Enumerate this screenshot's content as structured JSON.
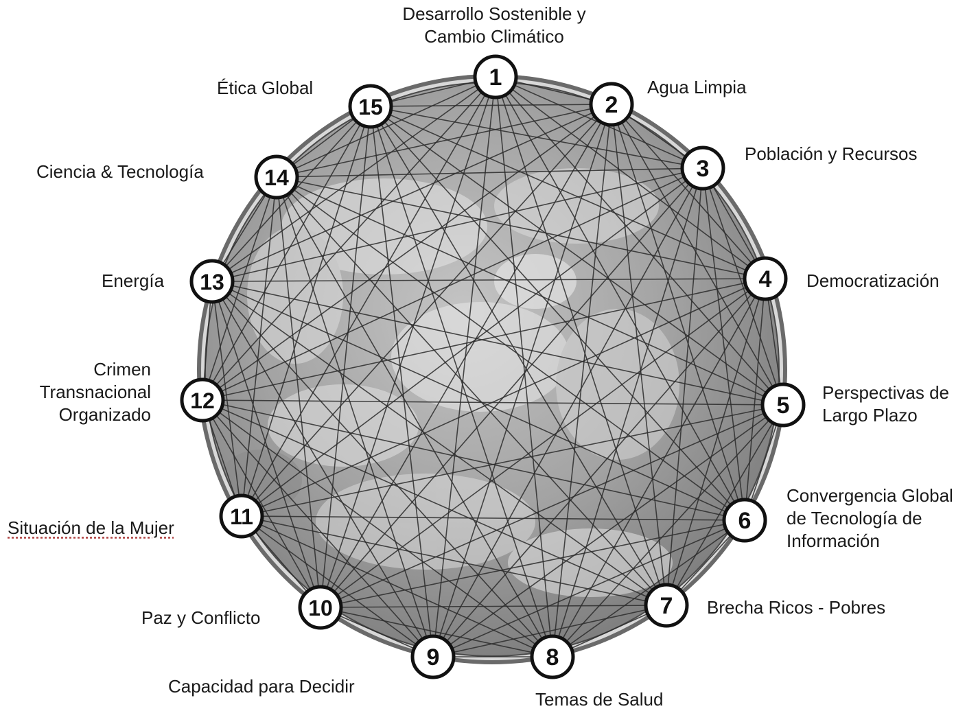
{
  "colors": {
    "globe_fill": "#9a9a9a",
    "globe_rim": "#555555",
    "link_line": "#2b2b2b",
    "node_fill": "#ffffff",
    "node_stroke": "#111111",
    "text": "#1a1a1a"
  },
  "nodes": [
    {
      "id": 1,
      "number": "1",
      "label_lines": [
        "Desarrollo Sostenible y",
        "Cambio Climático"
      ]
    },
    {
      "id": 2,
      "number": "2",
      "label_lines": [
        "Agua Limpia"
      ]
    },
    {
      "id": 3,
      "number": "3",
      "label_lines": [
        "Población y Recursos"
      ]
    },
    {
      "id": 4,
      "number": "4",
      "label_lines": [
        "Democratización"
      ]
    },
    {
      "id": 5,
      "number": "5",
      "label_lines": [
        "Perspectivas de",
        "Largo Plazo"
      ]
    },
    {
      "id": 6,
      "number": "6",
      "label_lines": [
        "Convergencia Global",
        "de Tecnología de",
        "Información"
      ]
    },
    {
      "id": 7,
      "number": "7",
      "label_lines": [
        "Brecha Ricos - Pobres"
      ]
    },
    {
      "id": 8,
      "number": "8",
      "label_lines": [
        "Temas de Salud"
      ]
    },
    {
      "id": 9,
      "number": "9",
      "label_lines": [
        "Capacidad para Decidir"
      ]
    },
    {
      "id": 10,
      "number": "10",
      "label_lines": [
        "Paz y Conflicto"
      ]
    },
    {
      "id": 11,
      "number": "11",
      "label_lines": [
        "Situación de la Mujer"
      ]
    },
    {
      "id": 12,
      "number": "12",
      "label_lines": [
        "Crimen",
        "Transnacional",
        "Organizado"
      ]
    },
    {
      "id": 13,
      "number": "13",
      "label_lines": [
        "Energía"
      ]
    },
    {
      "id": 14,
      "number": "14",
      "label_lines": [
        "Ciencia & Tecnología"
      ]
    },
    {
      "id": 15,
      "number": "15",
      "label_lines": [
        "Ética Global"
      ]
    }
  ],
  "links": [
    [
      1,
      2
    ],
    [
      1,
      3
    ],
    [
      1,
      4
    ],
    [
      1,
      5
    ],
    [
      1,
      6
    ],
    [
      1,
      7
    ],
    [
      1,
      8
    ],
    [
      1,
      9
    ],
    [
      1,
      10
    ],
    [
      1,
      11
    ],
    [
      1,
      12
    ],
    [
      1,
      13
    ],
    [
      1,
      14
    ],
    [
      1,
      15
    ],
    [
      2,
      3
    ],
    [
      2,
      4
    ],
    [
      2,
      5
    ],
    [
      2,
      6
    ],
    [
      2,
      7
    ],
    [
      2,
      8
    ],
    [
      2,
      9
    ],
    [
      2,
      10
    ],
    [
      2,
      11
    ],
    [
      2,
      12
    ],
    [
      2,
      13
    ],
    [
      2,
      14
    ],
    [
      2,
      15
    ],
    [
      3,
      4
    ],
    [
      3,
      5
    ],
    [
      3,
      6
    ],
    [
      3,
      7
    ],
    [
      3,
      8
    ],
    [
      3,
      9
    ],
    [
      3,
      10
    ],
    [
      3,
      11
    ],
    [
      3,
      12
    ],
    [
      3,
      13
    ],
    [
      3,
      14
    ],
    [
      3,
      15
    ],
    [
      4,
      5
    ],
    [
      4,
      6
    ],
    [
      4,
      7
    ],
    [
      4,
      8
    ],
    [
      4,
      9
    ],
    [
      4,
      10
    ],
    [
      4,
      11
    ],
    [
      4,
      12
    ],
    [
      4,
      13
    ],
    [
      4,
      14
    ],
    [
      4,
      15
    ],
    [
      5,
      6
    ],
    [
      5,
      7
    ],
    [
      5,
      8
    ],
    [
      5,
      9
    ],
    [
      5,
      10
    ],
    [
      5,
      11
    ],
    [
      5,
      12
    ],
    [
      5,
      13
    ],
    [
      5,
      14
    ],
    [
      5,
      15
    ],
    [
      6,
      7
    ],
    [
      6,
      8
    ],
    [
      6,
      9
    ],
    [
      6,
      10
    ],
    [
      6,
      11
    ],
    [
      6,
      12
    ],
    [
      6,
      13
    ],
    [
      6,
      14
    ],
    [
      6,
      15
    ],
    [
      7,
      8
    ],
    [
      7,
      9
    ],
    [
      7,
      10
    ],
    [
      7,
      11
    ],
    [
      7,
      12
    ],
    [
      7,
      13
    ],
    [
      7,
      14
    ],
    [
      7,
      15
    ],
    [
      8,
      9
    ],
    [
      8,
      10
    ],
    [
      8,
      11
    ],
    [
      8,
      12
    ],
    [
      8,
      13
    ],
    [
      8,
      14
    ],
    [
      8,
      15
    ],
    [
      9,
      10
    ],
    [
      9,
      11
    ],
    [
      9,
      12
    ],
    [
      9,
      13
    ],
    [
      9,
      14
    ],
    [
      9,
      15
    ],
    [
      10,
      11
    ],
    [
      10,
      12
    ],
    [
      10,
      13
    ],
    [
      10,
      14
    ],
    [
      10,
      15
    ],
    [
      11,
      12
    ],
    [
      11,
      13
    ],
    [
      11,
      14
    ],
    [
      11,
      15
    ],
    [
      12,
      13
    ],
    [
      12,
      14
    ],
    [
      12,
      15
    ],
    [
      13,
      14
    ],
    [
      13,
      15
    ],
    [
      14,
      15
    ]
  ]
}
